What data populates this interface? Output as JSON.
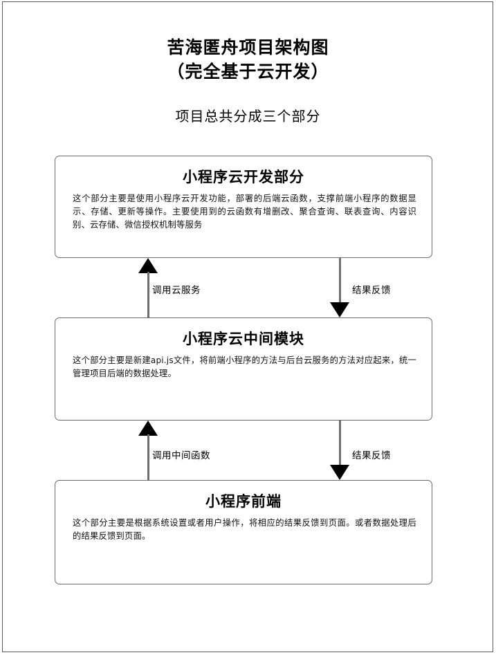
{
  "document": {
    "title_lines": [
      "苦海匿舟项目架构图",
      "（完全基于云开发）"
    ],
    "subtitle": "项目总共分成三个部分"
  },
  "nodes": [
    {
      "id": "cloud-development",
      "heading": "小程序云开发部分",
      "description": "这个部分主要是使用小程序云开发功能，部署的后端云函数，支撑前端小程序的数据显示、存储、更新等操作。主要使用到的云函数有增删改、聚合查询、联表查询、内容识别、云存储、微信授权机制等服务"
    },
    {
      "id": "cloud-middle-module",
      "heading": "小程序云中间模块",
      "description_before": "这个部分主要是新建",
      "description_code": "api.js",
      "description_after": "文件，将前端小程序的方法与后台云服务的方法对应起来，统一管理项目后端的数据处理。"
    },
    {
      "id": "mini-program-frontend",
      "heading": "小程序前端",
      "description": "这个部分主要是根据系统设置或者用户操作，将相应的结果反馈到页面。或者数据处理后的结果反馈到页面。"
    }
  ],
  "connectors": [
    {
      "id": "cloud-call-up",
      "label": "调用云服务",
      "direction": "up",
      "from": "cloud-middle-module",
      "to": "cloud-development"
    },
    {
      "id": "cloud-result-down",
      "label": "结果反馈",
      "direction": "down",
      "from": "cloud-development",
      "to": "cloud-middle-module"
    },
    {
      "id": "middle-call-up",
      "label": "调用中间函数",
      "direction": "up",
      "from": "mini-program-frontend",
      "to": "cloud-middle-module"
    },
    {
      "id": "middle-result-down",
      "label": "结果反馈",
      "direction": "down",
      "from": "cloud-middle-module",
      "to": "mini-program-frontend"
    }
  ],
  "colors": {
    "page_border": "#5b5b5f",
    "box_border": "#6a6a6e",
    "connector_shaft": "#6e6e72",
    "arrowhead": "#000000",
    "text": "#000000",
    "background": "#ffffff"
  }
}
